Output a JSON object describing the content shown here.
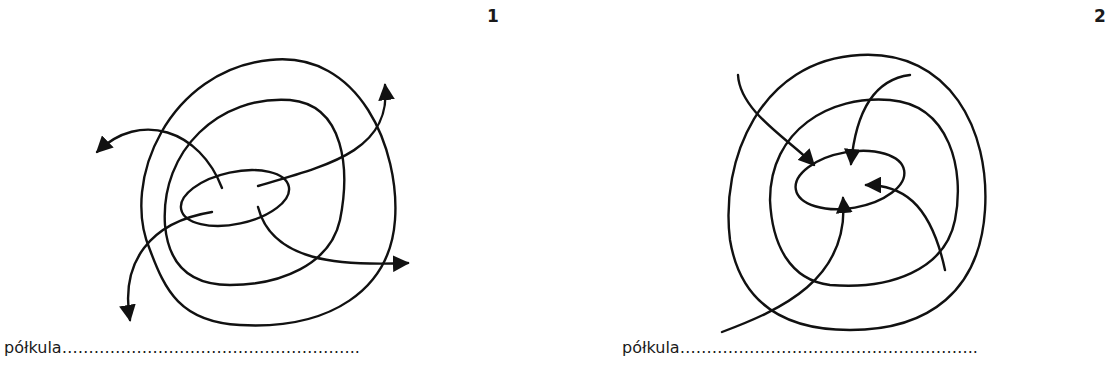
{
  "diagram": {
    "labels": [
      "1",
      "2",
      "półkula………………………………………………..",
      "półkula……………………………………………….."
    ]
  }
}
